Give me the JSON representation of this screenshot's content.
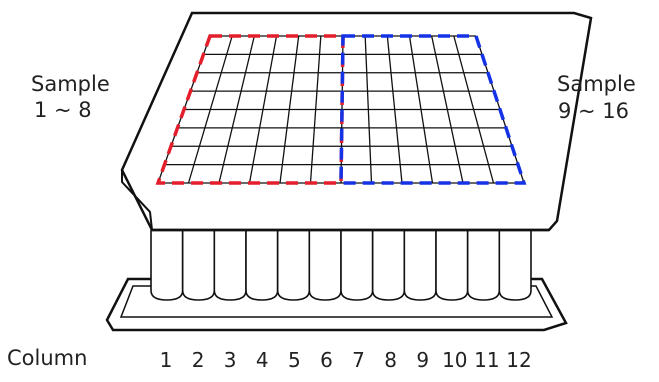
{
  "labels": {
    "left_title": "Sample",
    "left_range": "1 ~ 8",
    "right_title": "Sample",
    "right_range": "9 ~ 16",
    "column_title": "Column"
  },
  "columns": [
    "1",
    "2",
    "3",
    "4",
    "5",
    "6",
    "7",
    "8",
    "9",
    "10",
    "11",
    "12"
  ],
  "plate": {
    "grid_columns": 12,
    "grid_rows": 8,
    "tube_count": 12
  },
  "colors": {
    "left_region": "#e41e2b",
    "right_region": "#1432e6",
    "outline": "#111111"
  }
}
